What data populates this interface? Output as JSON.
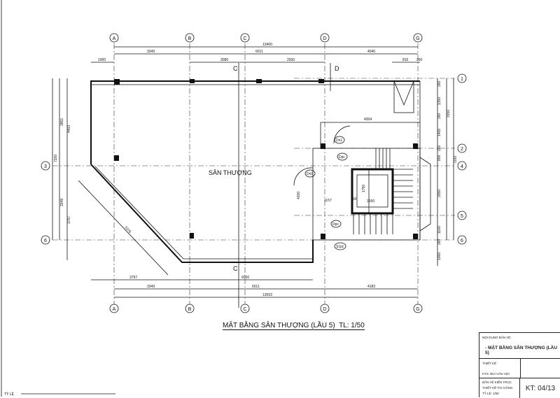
{
  "drawing": {
    "title": "MẶT BẰNG SÂN THƯỢNG (LẦU 5)",
    "scale": "TL: 1/50",
    "room_label": "SÂN THƯỢNG",
    "section_marks": [
      "C",
      "C",
      "D"
    ],
    "grid_columns": [
      "A",
      "B",
      "C",
      "D",
      "G"
    ],
    "grid_rows_left": [
      "3",
      "6"
    ],
    "grid_rows_right": [
      "1",
      "2",
      "4",
      "5",
      "6"
    ],
    "dims_top": {
      "overall": "13400",
      "spans": [
        "3349",
        "6011",
        "4040"
      ],
      "sub": [
        "1000",
        "3080",
        "2930",
        "815",
        "260"
      ]
    },
    "dims_bottom": {
      "sub": [
        "3797",
        "6050"
      ],
      "spans": [
        "3349",
        "6011",
        "4183"
      ],
      "overall": "13553"
    },
    "dims_left": [
      "7200",
      "3851",
      "3349",
      "4403",
      "3797"
    ],
    "dims_right": [
      "260",
      "1350",
      "260",
      "1400",
      "260",
      "3150",
      "800",
      "2050",
      "1100",
      "7200",
      "260",
      "1000"
    ],
    "dims_core": [
      "4304",
      "4200",
      "1157",
      "150",
      "1550",
      "1750",
      "5370"
    ],
    "door_tags": [
      "Dn1",
      "Dpc",
      "Dn1",
      "Dpc",
      "S1pc"
    ],
    "scale_bar_label": "TỶ LỆ"
  },
  "title_block": {
    "content_label": "NỘI DUNG BẢN VẼ:",
    "content_value": "- MẶT BẰNG SÂN THƯỢNG (LẦU 5)",
    "design_label": "THIẾT KẾ",
    "designer": "KTS. BÙI VĂN HỢI",
    "type_line1": "BẢN VẼ KIẾN TRÚC",
    "type_line2": "THIẾT KẾ THI CÔNG",
    "type_line3": "TỶ LỆ: 1/50",
    "sheet": "KT: 04/13"
  }
}
